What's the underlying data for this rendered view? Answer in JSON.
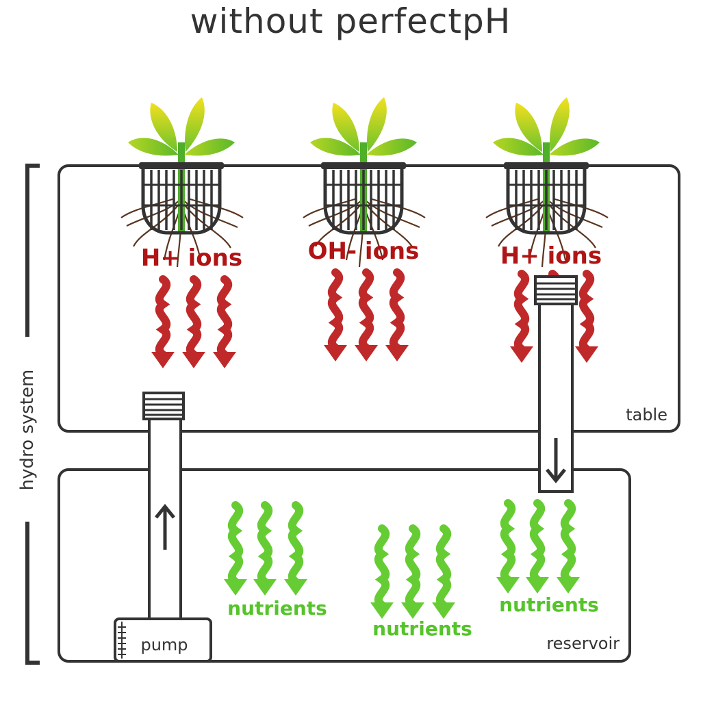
{
  "title": "without perfectpH",
  "side_label": "hydro system",
  "table_label": "table",
  "reservoir_label": "reservoir",
  "pump_label": "pump",
  "plants": [
    {
      "ion_label": "H+ ions"
    },
    {
      "ion_label": "OH- ions"
    },
    {
      "ion_label": "H+ ions"
    }
  ],
  "nutrient_labels": [
    "nutrients",
    "nutrients",
    "nutrients"
  ],
  "colors": {
    "outline": "#333333",
    "ion_arrow": "#c0292a",
    "ion_text": "#b01414",
    "nutrient": "#66cc33",
    "leaf_top": "#f2e01e",
    "leaf_bottom": "#6cc22c",
    "root": "#5a3520"
  }
}
